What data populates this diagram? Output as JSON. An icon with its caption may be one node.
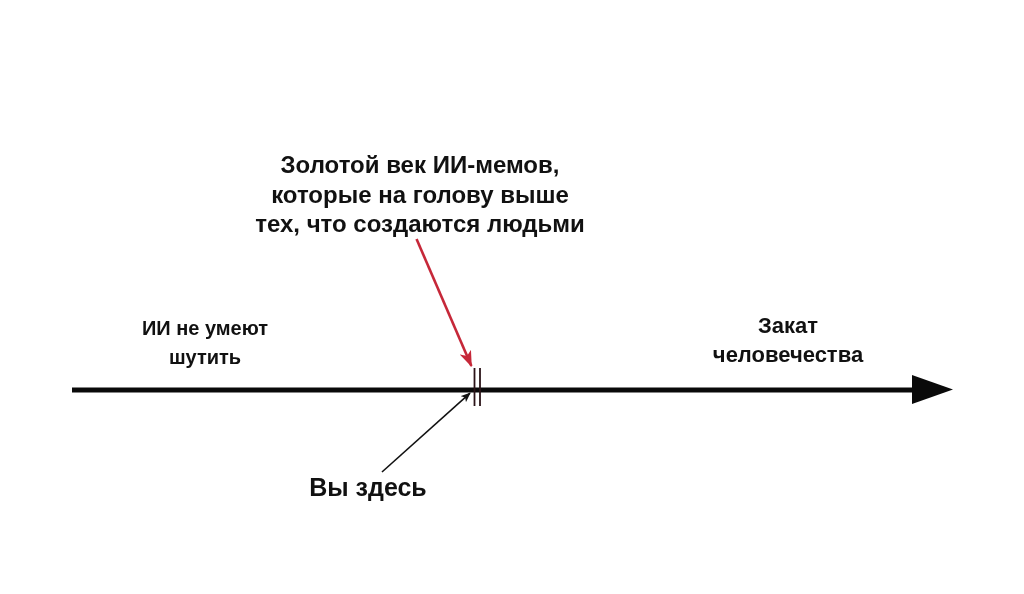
{
  "diagram": {
    "nodes": [
      {
        "text": [
          "Золотой век ИИ-мемов, которые на голову выше тех, что создаются людьми"
        ]
      },
      {
        "text": [],
        "shape": "bar"
      },
      {
        "text": [
          "Вы здесь"
        ]
      }
    ],
    "edges": [
      {
        "from": 0,
        "to": 1,
        "arrow": "to",
        "color": "#c62839"
      },
      {
        "from": 2,
        "to": 1,
        "arrow": "to",
        "color": "#111111"
      }
    ],
    "labels": [
      "ИИ не умеют шутить",
      "Закат человечества"
    ]
  }
}
